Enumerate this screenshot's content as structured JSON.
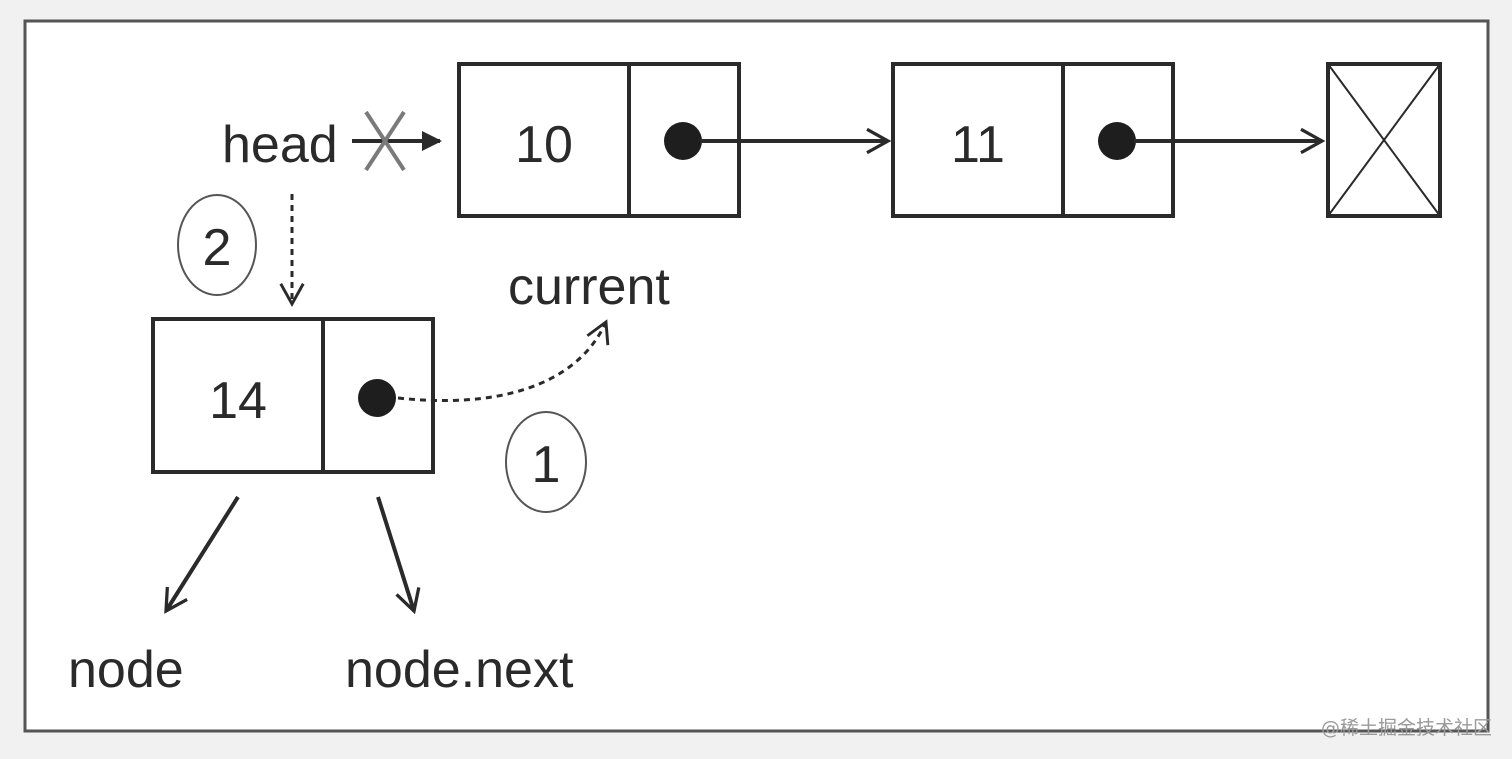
{
  "nodes": {
    "first": {
      "value": "10"
    },
    "second": {
      "value": "11"
    },
    "inserted": {
      "value": "14"
    }
  },
  "labels": {
    "head": "head",
    "current": "current",
    "node": "node",
    "node_next": "node.next"
  },
  "steps": {
    "step1": "1",
    "step2": "2"
  },
  "watermark": "@稀土掘金技术社区",
  "colors": {
    "background": "#f1f1f1",
    "frame": "#555555",
    "ink": "#2a2a2a",
    "cross": "#7a7a7a"
  }
}
